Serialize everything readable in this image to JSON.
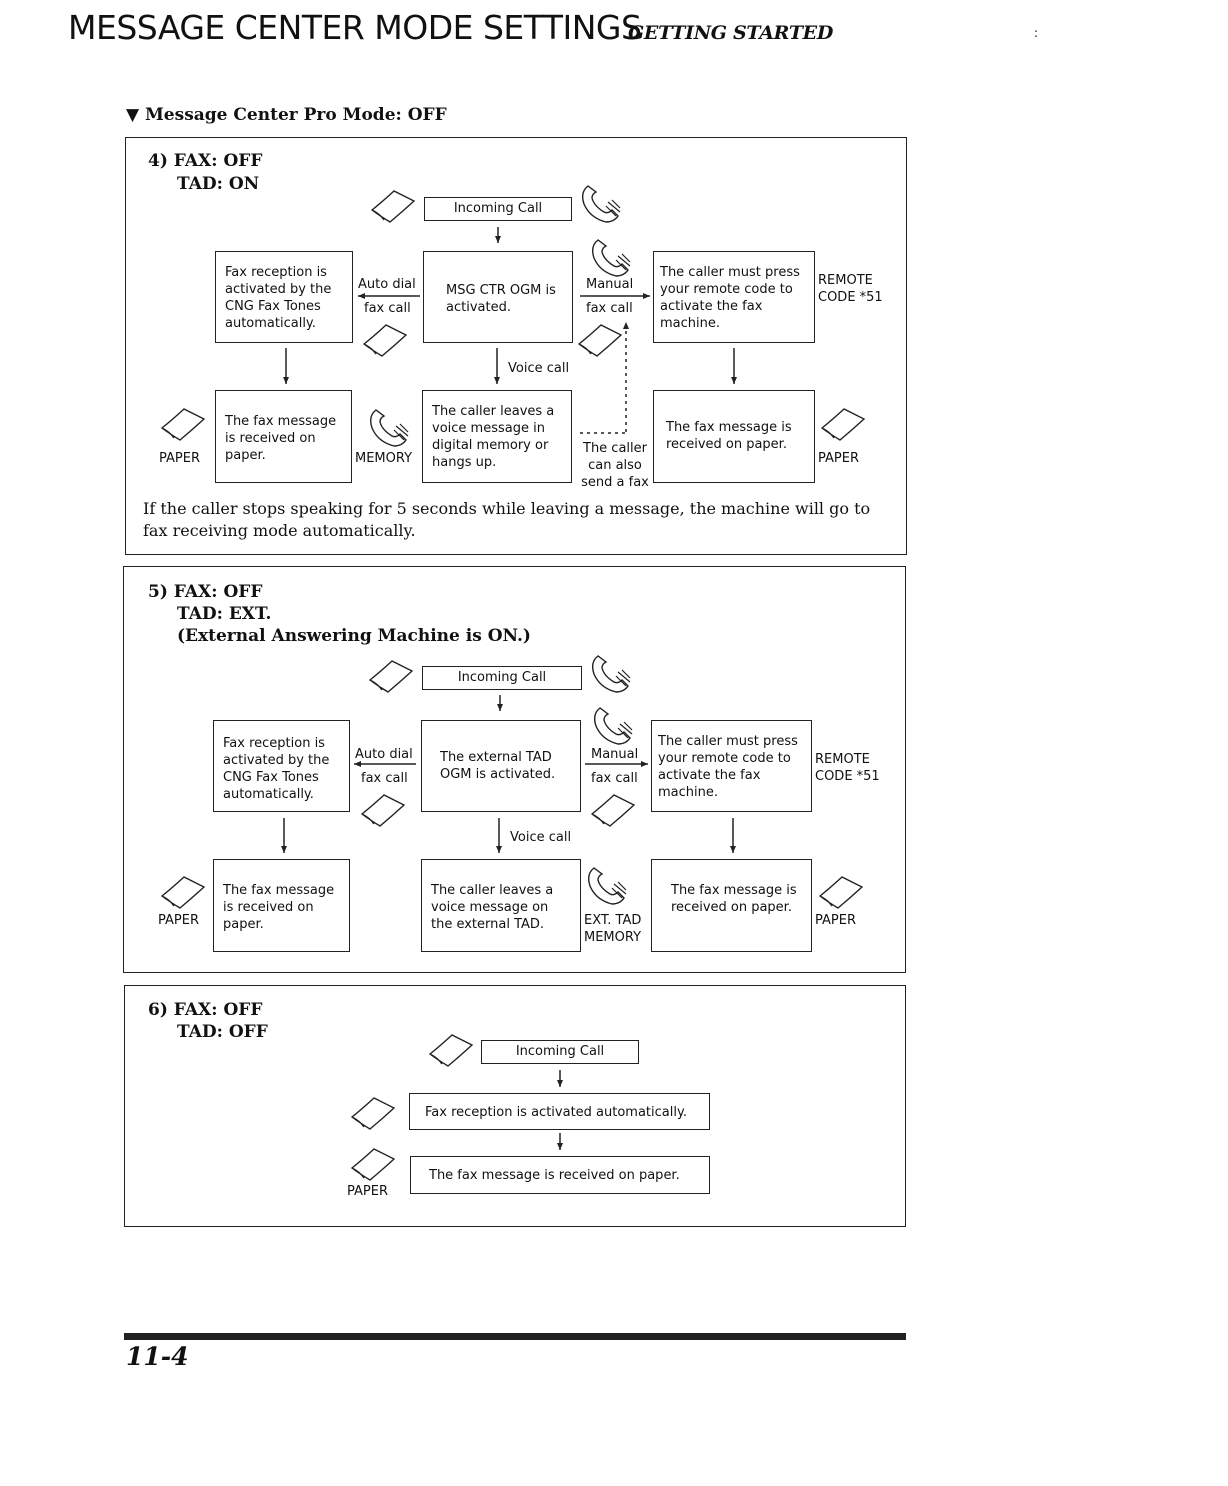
{
  "header": {
    "title": "MESSAGE CENTER MODE SETTINGS",
    "subtitle": "GETTING STARTED",
    "corner_mark": ":"
  },
  "mode_heading": "▼ Message Center Pro Mode: OFF",
  "section4": {
    "line1": "4) FAX: OFF",
    "line2": "TAD: ON",
    "incoming": "Incoming Call",
    "fax_reception": "Fax reception is activated by the CNG Fax Tones automatically.",
    "auto_dial": "Auto dial",
    "fax_call_left": "fax call",
    "msg_ctr_ogm": "MSG CTR OGM is activated.",
    "manual": "Manual",
    "fax_call_right": "fax call",
    "caller_must_press": "The caller must press your remote code to activate the fax machine.",
    "remote_code": "REMOTE CODE *51",
    "voice_call": "Voice call",
    "fax_received_left": "The fax message is received on paper.",
    "paper_left": "PAPER",
    "memory": "MEMORY",
    "caller_leaves": "The caller leaves a voice message in digital memory or hangs up.",
    "caller_can_send": "The caller can also send a fax",
    "fax_received_right": "The fax message is received on paper.",
    "paper_right": "PAPER",
    "note": "If the caller stops speaking for 5 seconds while leaving a message, the machine will go to fax receiving mode automatically."
  },
  "section5": {
    "line1": "5) FAX: OFF",
    "line2": "TAD: EXT.",
    "line3": "(External Answering Machine is ON.)",
    "incoming": "Incoming Call",
    "fax_reception": "Fax reception is activated by the CNG Fax Tones automatically.",
    "auto_dial": "Auto dial",
    "fax_call_left": "fax call",
    "external_ogm": "The external TAD OGM is activated.",
    "manual": "Manual",
    "fax_call_right": "fax call",
    "caller_must_press": "The caller must press your remote code to activate the fax machine.",
    "remote_code": "REMOTE CODE *51",
    "voice_call": "Voice call",
    "fax_received_left": "The fax message is received on paper.",
    "paper_left": "PAPER",
    "caller_leaves": "The caller leaves a voice message on the external TAD.",
    "ext_tad_memory": "EXT. TAD MEMORY",
    "fax_received_right": "The fax message is received on paper.",
    "paper_right": "PAPER"
  },
  "section6": {
    "line1": "6) FAX: OFF",
    "line2": "TAD: OFF",
    "incoming": "Incoming Call",
    "fax_reception": "Fax reception is activated automatically.",
    "fax_received": "The fax message is received on paper.",
    "paper": "PAPER"
  },
  "footer": {
    "page_number": "11-4"
  }
}
